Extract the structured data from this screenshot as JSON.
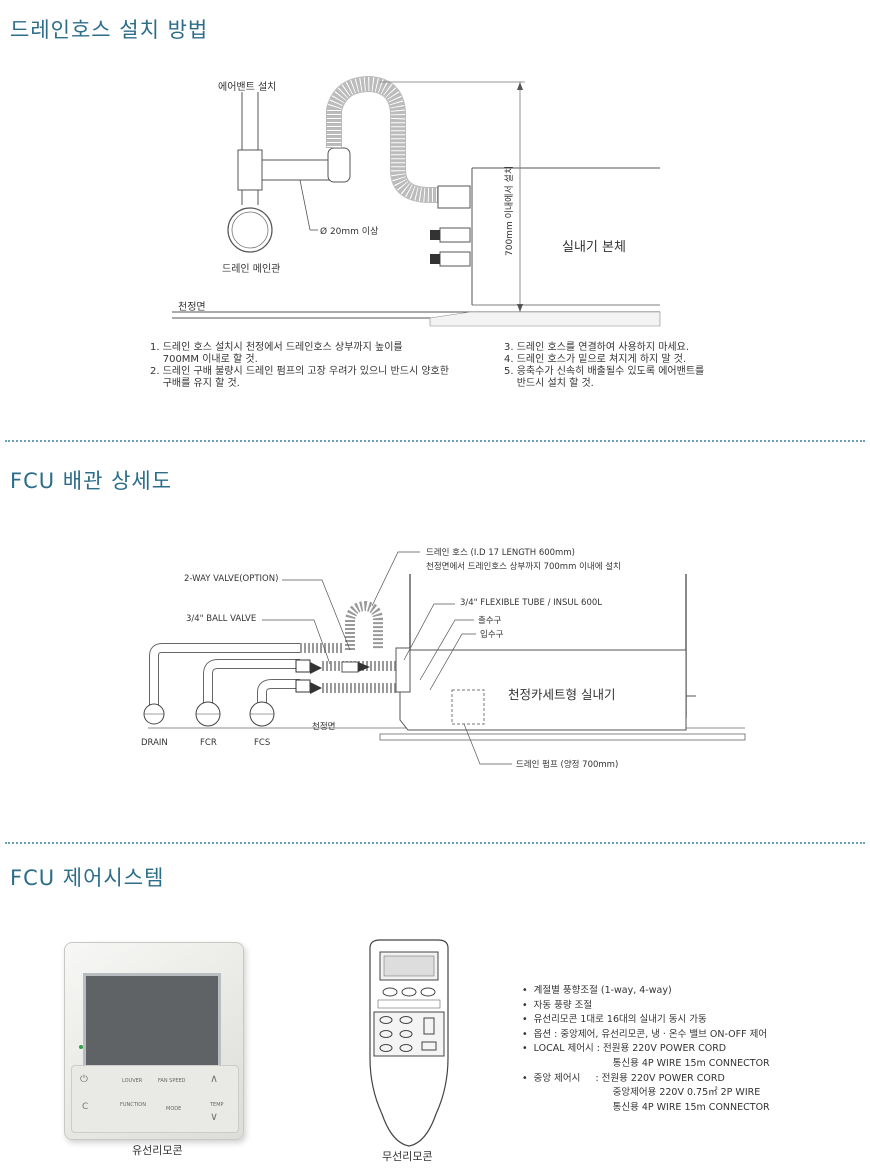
{
  "section1": {
    "title": "드레인호스 설치 방법",
    "labels": {
      "air_vent": "에어밴트 설치",
      "diameter": "Ø 20mm 이상",
      "drain_main": "드레인 메인관",
      "height": "700mm 이내에서 설치",
      "indoor_unit": "실내기 본체",
      "ceiling": "천정면"
    },
    "notes_left": [
      "1. 드레인 호스 설치시 천정에서 드레인호스 상부까지 높이를\n    700MM 이내로 할 것.",
      "2. 드레인 구배 불량시 드레인 펌프의 고장 우려가 있으니 반드시 양호한\n    구배를 유지 할 것."
    ],
    "notes_right": [
      "3. 드레인 호스를 연결하여 사용하지 마세요.",
      "4. 드레인 호스가 밑으로 쳐지게 하지 말 것.",
      "5. 응축수가 신속히 배출될수 있도록 에어밴트를\n    반드시 설치 할 것."
    ]
  },
  "section2": {
    "title": "FCU 배관 상세도",
    "labels": {
      "drain_hose_1": "드레인 호스 (I.D 17  LENGTH 600mm)",
      "drain_hose_2": "천정면에서 드레인호스 상부까지 700mm 이내에 설치",
      "two_way_valve": "2-WAY VALVE(OPTION)",
      "flex_tube": "3/4\" FLEXIBLE TUBE / INSUL 600L",
      "ball_valve": "3/4\" BALL VALVE",
      "outlet": "출수구",
      "inlet": "입수구",
      "cassette": "천정카세트형 실내기",
      "ceiling": "천정면",
      "drain": "DRAIN",
      "fcr": "FCR",
      "fcs": "FCS",
      "pump": "드레인 펌프 (양정 700mm)"
    }
  },
  "section3": {
    "title": "FCU 제어시스템",
    "wired_caption": "유선리모콘",
    "wireless_caption": "무선리모콘",
    "wired_buttons": {
      "louver": "LOUVER",
      "fan_speed": "FAN SPEED",
      "function": "FUNCTION",
      "mode": "MODE",
      "temp": "TEMP"
    },
    "features": [
      "•  계절별 풍향조절 (1-way, 4-way)",
      "•  자동 풍량 조절",
      "•  유선리모콘 1대로 16대의 실내기 동시 가동",
      "•  옵션 : 중앙제어, 유선리모콘, 냉 · 온수 밸브 ON-OFF 제어",
      "•  LOCAL 제어시 : 전원용 220V POWER CORD",
      "                              통신용 4P WIRE 15m CONNECTOR",
      "•  중앙 제어시     : 전원용 220V POWER CORD",
      "                              중앙제어용 220V 0.75㎡ 2P WIRE",
      "                              통신용 4P WIRE 15m CONNECTOR"
    ]
  }
}
